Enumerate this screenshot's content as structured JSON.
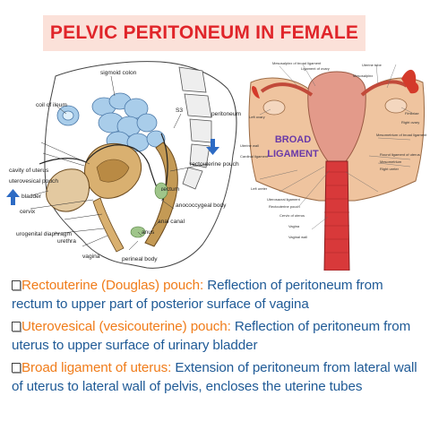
{
  "title": "PELVIC PERITONEUM IN FEMALE",
  "left_figure": {
    "labels": {
      "coil_of_ileum": "coil of  ileum",
      "sigmoid_colon": "sigmoid colon",
      "s3": "S3",
      "peritoneum": "peritoneum",
      "rectouterine_pouch": "rectouterine pouch",
      "cavity_of_uterus": "cavity of uterus",
      "uterovesical_pouch": "uterovesical pouch",
      "bladder": "bladder",
      "cervix": "cervix",
      "rectum": "rectum",
      "anococcygeal_body": "anococcygeal body",
      "anal_canal": "anal canal",
      "anus": "anus",
      "urogenital_diaphragm": "urogenital diaphragm",
      "urethra": "urethra",
      "vagina": "vagina",
      "perineal_body": "perineal body"
    }
  },
  "right_figure": {
    "overlay_line1": "BROAD",
    "overlay_line2": "LIGAMENT",
    "labels": {
      "mesosalpinx_broad": "Mesosalpinx of broad ligament",
      "ligament_of_ovary": "Ligament of ovary",
      "uterine_tube": "Uterine tube",
      "mesosalpinx": "Mesosalpinx",
      "left_ovary": "Left ovary",
      "fimbriae": "Fimbriae",
      "right_ovary": "Right ovary",
      "mesovarium_broad": "Mesometrium of broad ligament",
      "round_ligament": "Round ligament of uterus",
      "mesometrium": "Mesometrium",
      "right_ureter": "Right ureter",
      "uterosacral_ligament": "Uterosacral ligament",
      "rectouterine_pouch": "Rectouterine pouch",
      "cervix_of_uterus": "Cervix of uterus",
      "vagina": "Vagina",
      "vaginal_wall": "Vaginal wall",
      "left_ureter": "Left ureter",
      "cardinal_ligament": "Cardinal ligament",
      "uterine_wall": "Uterine wall"
    }
  },
  "bullets": [
    {
      "term": "Rectouterine (Douglas) pouch:",
      "description": "Reflection of peritoneum from rectum to upper part of posterior surface of vagina"
    },
    {
      "term": "Uterovesical (vesicouterine) pouch:",
      "description": "Reflection of peritoneum from uterus to upper surface of urinary bladder"
    },
    {
      "term": "Broad ligament of uterus:",
      "description": "Extension of peritoneum from lateral wall of uterus to lateral wall of pelvis, encloses the uterine tubes"
    }
  ],
  "colors": {
    "title_red": "#e0252a",
    "title_banner": "#fbe1d9",
    "term_orange": "#f07c1a",
    "desc_blue": "#1f5a96",
    "arrow_blue": "#2d6bc4",
    "broad_purple": "#6a3aa8"
  }
}
